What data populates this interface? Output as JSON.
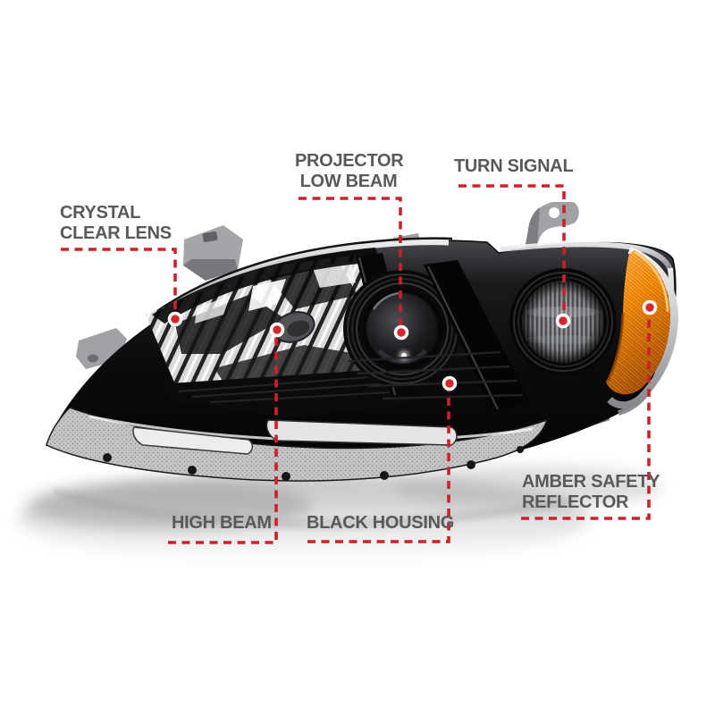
{
  "diagram": {
    "subject": "headlight-assembly-annotated-photo"
  },
  "callouts": {
    "crystal_clear_lens": {
      "text": "CRYSTAL\nCLEAR LENS"
    },
    "projector_low_beam": {
      "text": "PROJECTOR\nLOW BEAM"
    },
    "turn_signal": {
      "text": "TURN SIGNAL"
    },
    "high_beam": {
      "text": "HIGH BEAM"
    },
    "black_housing": {
      "text": "BLACK HOUSING"
    },
    "amber_safety_reflector": {
      "text": "AMBER SAFETY\nREFLECTOR"
    }
  },
  "colors": {
    "callout_red": "#cb2229",
    "dot_red": "#d8262e",
    "label_text": "#58595b",
    "amber": "#f28500",
    "background": "#ffffff"
  }
}
